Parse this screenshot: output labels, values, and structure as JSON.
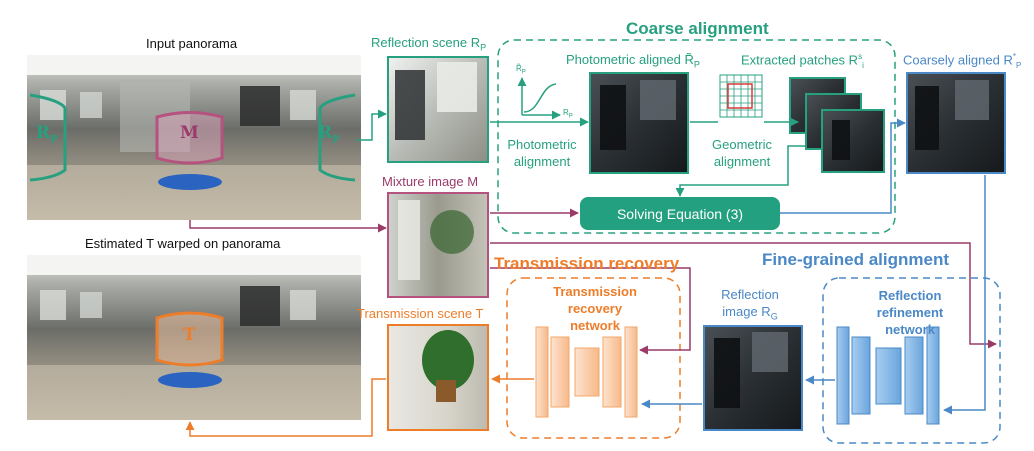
{
  "labels": {
    "input_panorama": "Input panorama",
    "estimated_T": "Estimated T warped on panorama",
    "reflection_scene": "Reflection scene R",
    "reflection_scene_sub": "P",
    "mixture_image": "Mixture image M",
    "transmission_scene": "Transmission scene T",
    "photometric_aligned": "Photometric aligned R̃",
    "photometric_aligned_sub": "P",
    "extracted_patches": "Extracted patches R",
    "extracted_patches_sup": "s",
    "extracted_patches_sub": "i",
    "coarsely_aligned": "Coarsely aligned R",
    "coarsely_aligned_sup": "*",
    "coarsely_aligned_sub": "P",
    "photometric_alignment": [
      "Photometric",
      "alignment"
    ],
    "geometric_alignment": [
      "Geometric",
      "alignment"
    ],
    "solving_equation": "Solving Equation (3)",
    "reflection_image": [
      "Reflection",
      "image R"
    ],
    "reflection_image_sub": "G",
    "rp_label": "R",
    "rp_label_sub": "P",
    "rp_tilde_label": "R̃",
    "rp_tilde_label_sub": "P",
    "pano_R_label": "R",
    "pano_R_label_sub": "P",
    "pano_M_label": "M",
    "pano_T_label": "T"
  },
  "sections": {
    "coarse": "Coarse alignment",
    "transmission": "Transmission recovery",
    "finegrained": "Fine-grained alignment"
  },
  "networks": {
    "transmission": [
      "Transmission",
      "recovery",
      "network"
    ],
    "reflection": [
      "Reflection",
      "refinement",
      "network"
    ]
  },
  "colors": {
    "green": "#27a080",
    "purple": "#9a3b6a",
    "orange": "#ee7d2a",
    "blue": "#4a88c6"
  }
}
